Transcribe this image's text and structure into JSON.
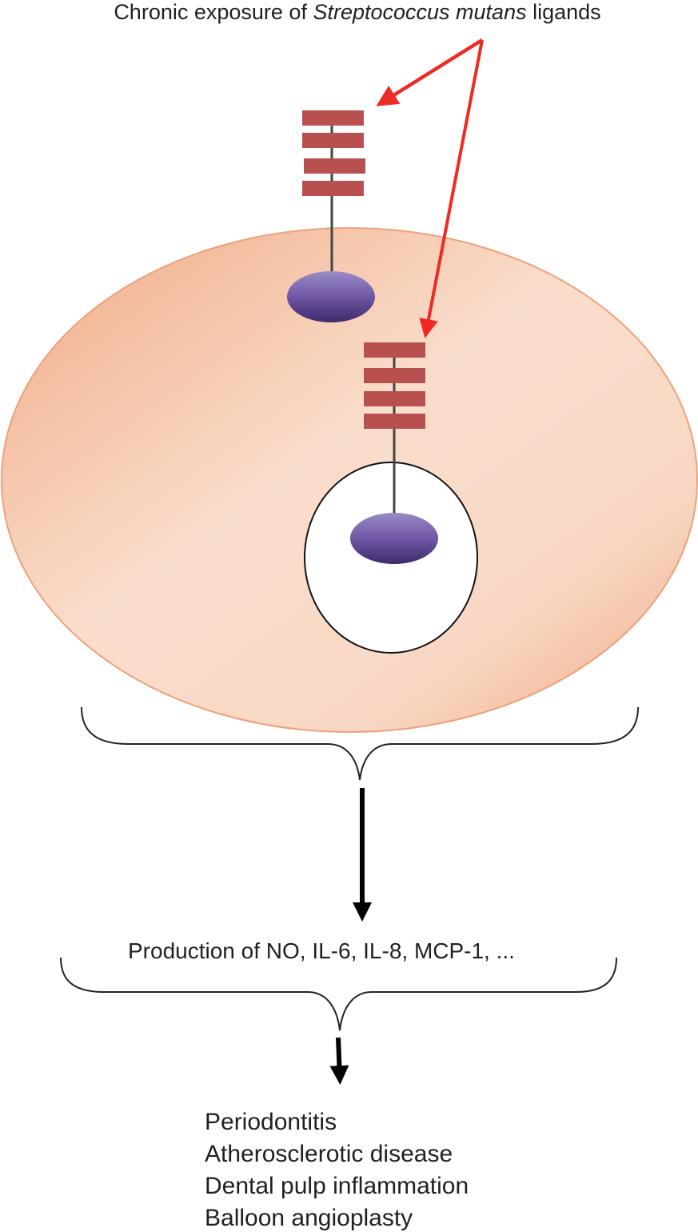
{
  "title": {
    "prefix": "Chronic exposure of ",
    "species": "Streptococcus mutans",
    "suffix": " ligands"
  },
  "production_text": "Production of NO, IL-6, IL-8, MCP-1, ...",
  "outcomes": [
    "Periodontitis",
    "Atherosclerotic disease",
    "Dental pulp inflammation",
    "Balloon angioplasty"
  ],
  "colors": {
    "cell": "#f4b898",
    "receptor": "#b85050",
    "ligand_arrow": "#ee2a24",
    "adaptor": "#7a64a8"
  }
}
